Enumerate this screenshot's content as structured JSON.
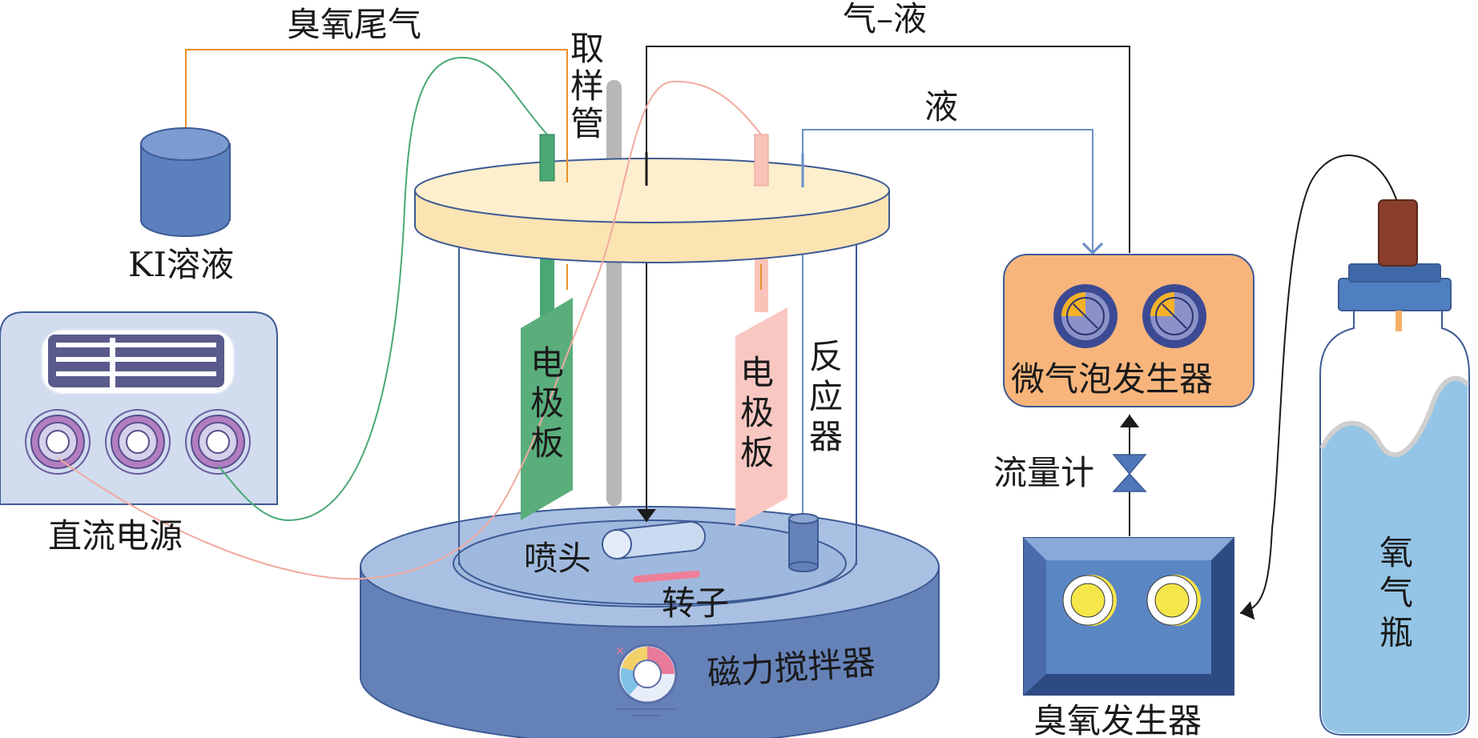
{
  "labels": {
    "ozone_tail_gas": "臭氧尾气",
    "gas_liquid": "气–液",
    "liquid": "液",
    "ki_solution": "KI溶液",
    "sampling_tube": [
      "取",
      "样",
      "管"
    ],
    "electrode_left": [
      "电",
      "极",
      "板"
    ],
    "electrode_right": [
      "电",
      "极",
      "板"
    ],
    "reactor": [
      "反",
      "应",
      "器"
    ],
    "dc_power": "直流电源",
    "nozzle": "喷头",
    "rotor": "转子",
    "magnetic_stirrer": "磁力搅拌器",
    "microbubble_generator": "微气泡发生器",
    "flowmeter": "流量计",
    "ozone_generator": "臭氧发生器",
    "oxygen_cylinder": [
      "氧",
      "气",
      "瓶"
    ]
  },
  "colors": {
    "tail_gas_line": "#e8902a",
    "liquid_line": "#6a8fc8",
    "gas_liquid_line": "#1a1a1a",
    "green_wire": "#4aa874",
    "pink_wire": "#f2aaa0",
    "lid": "#fbe3b2",
    "stirrer": "#6582b8",
    "microbubble_box": "#f7b57c",
    "ozone_box": "#5b86c4",
    "water": "#94c5e6"
  }
}
